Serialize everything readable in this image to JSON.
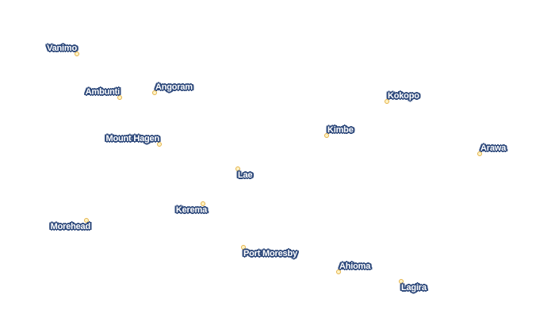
{
  "map": {
    "colors": {
      "label_fill": "#ffffff",
      "label_halo": "#2f4a7c",
      "marker_fill": "#fff3c4",
      "marker_stroke": "#e4b24a"
    },
    "cities": [
      {
        "name": "Vanimo"
      },
      {
        "name": "Ambunti"
      },
      {
        "name": "Angoram"
      },
      {
        "name": "Kokopo"
      },
      {
        "name": "Mount Hagen"
      },
      {
        "name": "Kimbe"
      },
      {
        "name": "Arawa"
      },
      {
        "name": "Lae"
      },
      {
        "name": "Kerema"
      },
      {
        "name": "Morehead"
      },
      {
        "name": "Port Moresby"
      },
      {
        "name": "Ahioma"
      },
      {
        "name": "Lagira"
      }
    ]
  }
}
